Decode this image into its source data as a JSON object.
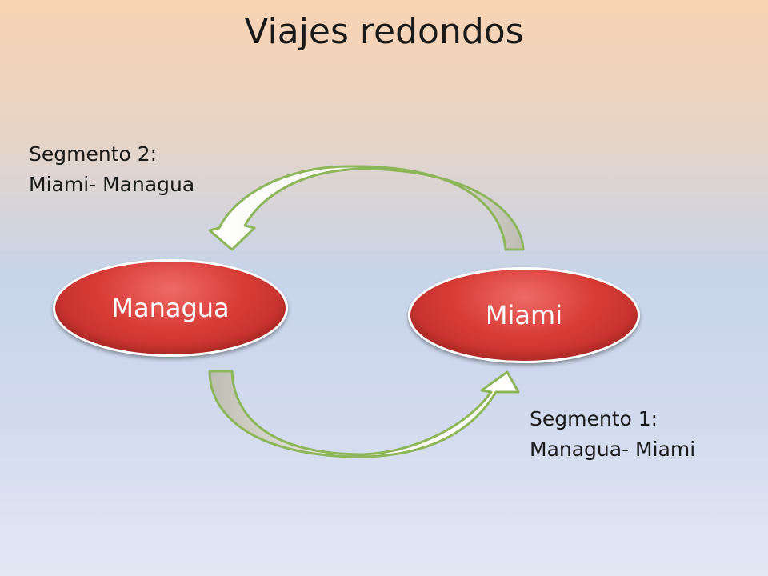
{
  "title": "Viajes redondos",
  "nodes": {
    "managua": "Managua",
    "miami": "Miami"
  },
  "segments": {
    "segment2": {
      "line1": "Segmento 2:",
      "line2": "Miami- Managua"
    },
    "segment1": {
      "line1": "Segmento 1:",
      "line2": "Managua- Miami"
    }
  },
  "colors": {
    "node_fill": "#d83b36",
    "arrow_outline": "#8db55a",
    "arrow_fill": "#c8c8c0"
  }
}
